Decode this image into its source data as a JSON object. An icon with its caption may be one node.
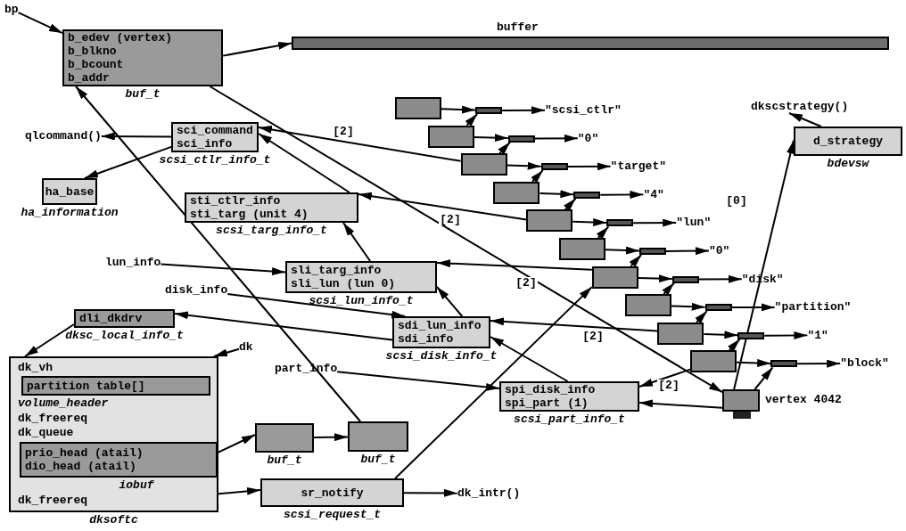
{
  "diagram": {
    "nodes": [
      {
        "text": [
          "bp"
        ]
      },
      {
        "text": [
          "b_edev (vertex)",
          "b_blkno",
          "b_bcount",
          "b_addr"
        ],
        "beside": [
          "buf_t"
        ]
      },
      {
        "text": [
          "buffer"
        ]
      },
      {
        "text": [
          "qlcommand()"
        ]
      },
      {
        "text": [
          "sci_command",
          "sci_info"
        ],
        "beside": [
          "scsi_ctlr_info_t"
        ]
      },
      {
        "text": [
          "ha_base"
        ],
        "beside": [
          "ha_information"
        ]
      },
      {
        "text": [
          "sti_ctlr_info",
          "sti_targ (unit 4)"
        ],
        "beside": [
          "scsi_targ_info_t"
        ]
      },
      {
        "text": [
          "lun_info"
        ]
      },
      {
        "text": [
          "sli_targ_info",
          "sli_lun (lun 0)"
        ],
        "beside": [
          "scsi_lun_info_t"
        ]
      },
      {
        "text": [
          "disk_info"
        ]
      },
      {
        "text": [
          "dli_dkdrv"
        ],
        "beside": [
          "dksc_local_info_t"
        ]
      },
      {
        "text": [
          "dk"
        ]
      },
      {
        "text": [
          "dk_vh",
          "dk_freereq",
          "dk_queue",
          "dk_freereq"
        ],
        "beside": [
          "dksoftc"
        ]
      },
      {
        "text": [
          "partition table[]"
        ],
        "in": 12,
        "beside": [
          "volume_header"
        ]
      },
      {
        "text": [
          "prio_head (atail)",
          "dio_head (atail)"
        ],
        "in": 12,
        "beside": [
          "iobuf"
        ]
      },
      {
        "text": [
          "part_info"
        ]
      },
      {
        "text": [
          "sdi_lun_info",
          "sdi_info"
        ],
        "beside": [
          "scsi_disk_info_t"
        ]
      },
      {
        "text": [
          "spi_disk_info",
          "spi_part (1)"
        ],
        "beside": [
          "scsi_part_info_t"
        ]
      },
      {
        "text": [],
        "shape": "box",
        "beside": [
          "buf_t"
        ]
      },
      {
        "text": [],
        "shape": "box",
        "beside": [
          "buf_t"
        ]
      },
      {
        "text": [
          "sr_notify"
        ],
        "beside": [
          "scsi_request_t"
        ]
      },
      {
        "text": [
          "dk_intr()"
        ]
      },
      {
        "text": [
          "dkscstrategy()"
        ]
      },
      {
        "text": [
          "d_strategy"
        ],
        "beside": [
          "bdevsw"
        ]
      },
      {
        "text": [],
        "shape": "box",
        "beside": [
          "vertex 4042"
        ]
      },
      {
        "text": [],
        "shape": "box"
      },
      {
        "text": [],
        "shape": "box"
      },
      {
        "text": [],
        "shape": "box"
      },
      {
        "text": [],
        "shape": "box"
      },
      {
        "text": [],
        "shape": "box"
      },
      {
        "text": [],
        "shape": "box"
      },
      {
        "text": [],
        "shape": "box"
      },
      {
        "text": [],
        "shape": "box"
      },
      {
        "text": [],
        "shape": "box"
      },
      {
        "text": [],
        "shape": "box"
      },
      {
        "text": [],
        "shape": "box"
      },
      {
        "text": [],
        "shape": "box"
      },
      {
        "text": [],
        "shape": "box"
      },
      {
        "text": [],
        "shape": "box"
      },
      {
        "text": [],
        "shape": "box"
      },
      {
        "text": [],
        "shape": "box"
      },
      {
        "text": [],
        "shape": "box"
      },
      {
        "text": [],
        "shape": "box"
      },
      {
        "text": [],
        "shape": "box"
      },
      {
        "text": [],
        "shape": "box"
      },
      {
        "text": [
          "\"scsi_ctlr\""
        ]
      },
      {
        "text": [
          "\"0\""
        ]
      },
      {
        "text": [
          "\"target\""
        ]
      },
      {
        "text": [
          "\"4\""
        ]
      },
      {
        "text": [
          "\"lun\""
        ]
      },
      {
        "text": [
          "\"0\""
        ]
      },
      {
        "text": [
          "\"disk\""
        ]
      },
      {
        "text": [
          "\"partition\""
        ]
      },
      {
        "text": [
          "\"1\""
        ]
      },
      {
        "text": [
          "\"block\""
        ]
      }
    ],
    "edges": [
      {
        "from": 0,
        "to": 1,
        "arrow": "to"
      },
      {
        "from": 1,
        "to": 2,
        "arrow": "to"
      },
      {
        "from": 1,
        "to": 24,
        "arrow": "to"
      },
      {
        "from": 4,
        "to": 3,
        "arrow": "to"
      },
      {
        "from": 4,
        "to": 5,
        "arrow": "to"
      },
      {
        "from": 27,
        "to": 4,
        "arrow": "to",
        "label": "[2]"
      },
      {
        "from": 6,
        "to": 4,
        "arrow": "to"
      },
      {
        "from": 29,
        "to": 6,
        "arrow": "to",
        "label": "[2]"
      },
      {
        "from": 8,
        "to": 6,
        "arrow": "to"
      },
      {
        "from": 31,
        "to": 8,
        "arrow": "to",
        "label": "[2]"
      },
      {
        "from": 7,
        "to": 8,
        "arrow": "to"
      },
      {
        "from": 16,
        "to": 8,
        "arrow": "to"
      },
      {
        "from": 9,
        "to": 16,
        "arrow": "to"
      },
      {
        "from": 33,
        "to": 16,
        "arrow": "to",
        "label": "[2]"
      },
      {
        "from": 16,
        "to": 10,
        "arrow": "to"
      },
      {
        "from": 10,
        "to": 12,
        "arrow": "to"
      },
      {
        "from": 11,
        "to": 12,
        "arrow": "to"
      },
      {
        "from": 15,
        "to": 17,
        "arrow": "to"
      },
      {
        "from": 17,
        "to": 16,
        "arrow": "to"
      },
      {
        "from": 34,
        "to": 17,
        "arrow": "to",
        "label": "[2]"
      },
      {
        "from": 24,
        "to": 17,
        "arrow": "to"
      },
      {
        "from": 24,
        "to": 23,
        "arrow": "to",
        "label": "[0]"
      },
      {
        "from": 23,
        "to": 22,
        "arrow": "to"
      },
      {
        "from": 14,
        "to": 18,
        "arrow": "to"
      },
      {
        "from": 18,
        "to": 19,
        "arrow": "to"
      },
      {
        "from": 19,
        "to": 1,
        "arrow": "to"
      },
      {
        "from": 12,
        "to": 20,
        "arrow": "to"
      },
      {
        "from": 20,
        "to": 31,
        "arrow": "to"
      },
      {
        "from": 20,
        "to": 21,
        "arrow": "to"
      },
      {
        "from": 25,
        "to": 35,
        "arrow": "to"
      },
      {
        "from": 35,
        "to": 45,
        "arrow": "to"
      },
      {
        "from": 26,
        "to": 35,
        "arrow": "to"
      },
      {
        "from": 26,
        "to": 36,
        "arrow": "to"
      },
      {
        "from": 36,
        "to": 46,
        "arrow": "to"
      },
      {
        "from": 27,
        "to": 36,
        "arrow": "to"
      },
      {
        "from": 27,
        "to": 37,
        "arrow": "to"
      },
      {
        "from": 37,
        "to": 47,
        "arrow": "to"
      },
      {
        "from": 28,
        "to": 37,
        "arrow": "to"
      },
      {
        "from": 28,
        "to": 38,
        "arrow": "to"
      },
      {
        "from": 38,
        "to": 48,
        "arrow": "to"
      },
      {
        "from": 29,
        "to": 38,
        "arrow": "to"
      },
      {
        "from": 29,
        "to": 39,
        "arrow": "to"
      },
      {
        "from": 39,
        "to": 49,
        "arrow": "to"
      },
      {
        "from": 30,
        "to": 39,
        "arrow": "to"
      },
      {
        "from": 30,
        "to": 40,
        "arrow": "to"
      },
      {
        "from": 40,
        "to": 50,
        "arrow": "to"
      },
      {
        "from": 31,
        "to": 40,
        "arrow": "to"
      },
      {
        "from": 31,
        "to": 41,
        "arrow": "to"
      },
      {
        "from": 41,
        "to": 51,
        "arrow": "to"
      },
      {
        "from": 32,
        "to": 41,
        "arrow": "to"
      },
      {
        "from": 32,
        "to": 42,
        "arrow": "to"
      },
      {
        "from": 42,
        "to": 52,
        "arrow": "to"
      },
      {
        "from": 33,
        "to": 42,
        "arrow": "to"
      },
      {
        "from": 33,
        "to": 43,
        "arrow": "to"
      },
      {
        "from": 43,
        "to": 53,
        "arrow": "to"
      },
      {
        "from": 34,
        "to": 43,
        "arrow": "to"
      },
      {
        "from": 34,
        "to": 44,
        "arrow": "to"
      },
      {
        "from": 44,
        "to": 54,
        "arrow": "to"
      },
      {
        "from": 24,
        "to": 44,
        "arrow": "to"
      }
    ]
  }
}
